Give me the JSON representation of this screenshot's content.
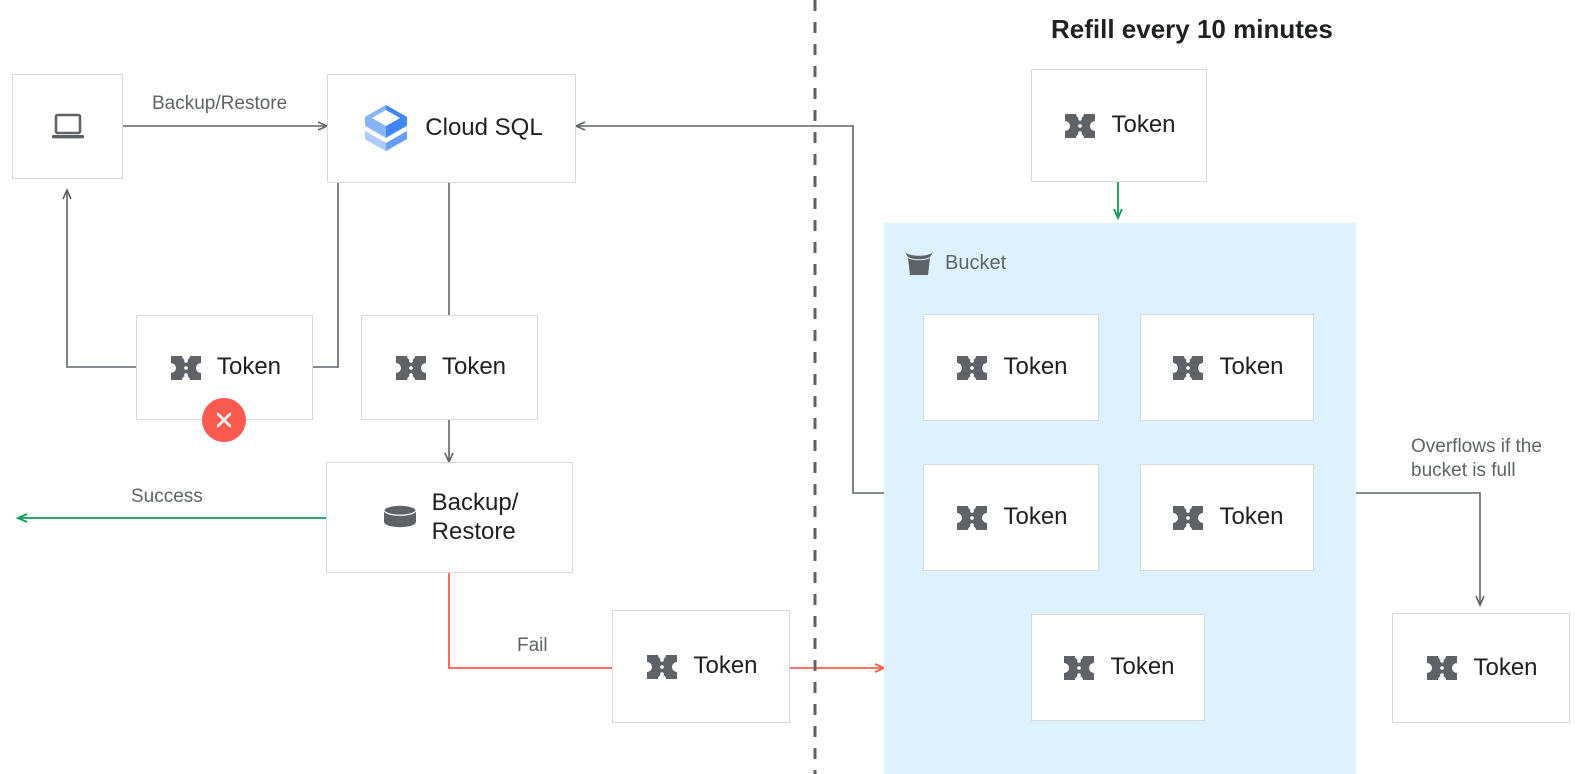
{
  "diagram": {
    "title": "Cloud SQL token bucket rate limiting diagram",
    "colors": {
      "arrow_default": "#5f6368",
      "arrow_success": "#0f9d58",
      "arrow_fail": "#fc5b51",
      "arrow_refill": "#0f9d58",
      "bucket_fill": "#ddf2fd",
      "node_border": "#d9d9d9",
      "icon_gray": "#5f6368",
      "error_red": "#fc5b51",
      "cloudsql_blue": "#4285f4",
      "text_primary": "#202124",
      "text_secondary": "#5f6368"
    },
    "heading": {
      "refill": "Refill every 10 minutes"
    },
    "bucket": {
      "caption": "Bucket",
      "icon": "bucket-icon",
      "tokens": [
        {
          "label": "Token",
          "icon": "token-icon"
        },
        {
          "label": "Token",
          "icon": "token-icon"
        },
        {
          "label": "Token",
          "icon": "token-icon"
        },
        {
          "label": "Token",
          "icon": "token-icon"
        },
        {
          "label": "Token",
          "icon": "token-icon"
        }
      ]
    },
    "nodes": {
      "client": {
        "label": "",
        "icon": "laptop-icon"
      },
      "cloud_sql": {
        "label": "Cloud SQL",
        "icon": "cloud-sql-icon"
      },
      "token_failed": {
        "label": "Token",
        "icon": "token-icon",
        "badge": "error-x-icon"
      },
      "token_used": {
        "label": "Token",
        "icon": "token-icon"
      },
      "backup_restore": {
        "label": "Backup/\nRestore",
        "icon": "database-icon"
      },
      "token_fail": {
        "label": "Token",
        "icon": "token-icon"
      },
      "token_refill": {
        "label": "Token",
        "icon": "token-icon"
      },
      "token_overflow": {
        "label": "Token",
        "icon": "token-icon"
      }
    },
    "edge_labels": {
      "backup_restore": "Backup/Restore",
      "success": "Success",
      "fail": "Fail",
      "overflow": "Overflows if the\nbucket is full"
    }
  }
}
